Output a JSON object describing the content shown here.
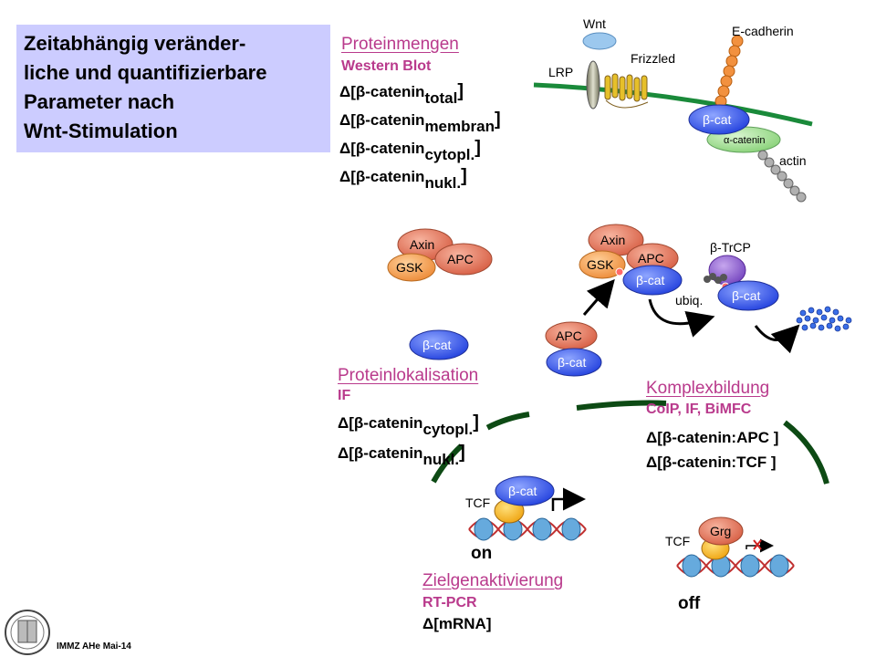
{
  "title_box": {
    "lines": [
      "Zeitabhängig veränder-",
      "liche und quantifizierbare",
      "Parameter nach",
      "Wnt-Stimulation"
    ]
  },
  "sections": {
    "proteinmengen": {
      "title": "Proteinmengen",
      "method": "Western Blot",
      "items": [
        {
          "delta": "Δ[β-catenin",
          "sub": "total",
          "close": "]"
        },
        {
          "delta": "Δ[β-catenin",
          "sub": "membran",
          "close": "]"
        },
        {
          "delta": "Δ[β-catenin",
          "sub": "cytopl.",
          "close": "]"
        },
        {
          "delta": "Δ[β-catenin",
          "sub": "nukl.",
          "close": "]"
        }
      ]
    },
    "proteinlokalisation": {
      "title": "Proteinlokalisation",
      "method": "IF",
      "items": [
        {
          "delta": "Δ[β-catenin",
          "sub": "cytopl.",
          "close": "]"
        },
        {
          "delta": "Δ[β-catenin",
          "sub": "nukl.",
          "close": "]"
        }
      ]
    },
    "komplexbildung": {
      "title": "Komplexbildung",
      "method": "CoIP, IF, BiMFC",
      "items": [
        "Δ[β-catenin:APC ]",
        "Δ[β-catenin:TCF ]"
      ]
    },
    "zielgenaktivierung": {
      "title": "Zielgenaktivierung",
      "method": "RT-PCR",
      "items": [
        "Δ[mRNA]"
      ]
    }
  },
  "diagram_labels": {
    "wnt": "Wnt",
    "lrp": "LRP",
    "frizzled": "Frizzled",
    "e_cadherin": "E-cadherin",
    "beta_cat": "β-cat",
    "alpha_catenin": "α-catenin",
    "actin": "actin",
    "axin": "Axin",
    "apc": "APC",
    "gsk": "GSK",
    "beta_trcp": "β-TrCP",
    "ubiq": "ubiq.",
    "tcf": "TCF",
    "grg": "Grg",
    "on": "on",
    "off": "off"
  },
  "colors": {
    "membrane_green": "#1a8a3a",
    "nucleus_dark_green": "#0d4a14",
    "beta_cat_blue": "#3355ee",
    "axin_salmon": "#e87a5e",
    "gsk_orange": "#f2a05a",
    "title_box_bg": "#ccccff",
    "section_magenta": "#b93a8c"
  },
  "footer": "IMMZ AHe Mai-14"
}
